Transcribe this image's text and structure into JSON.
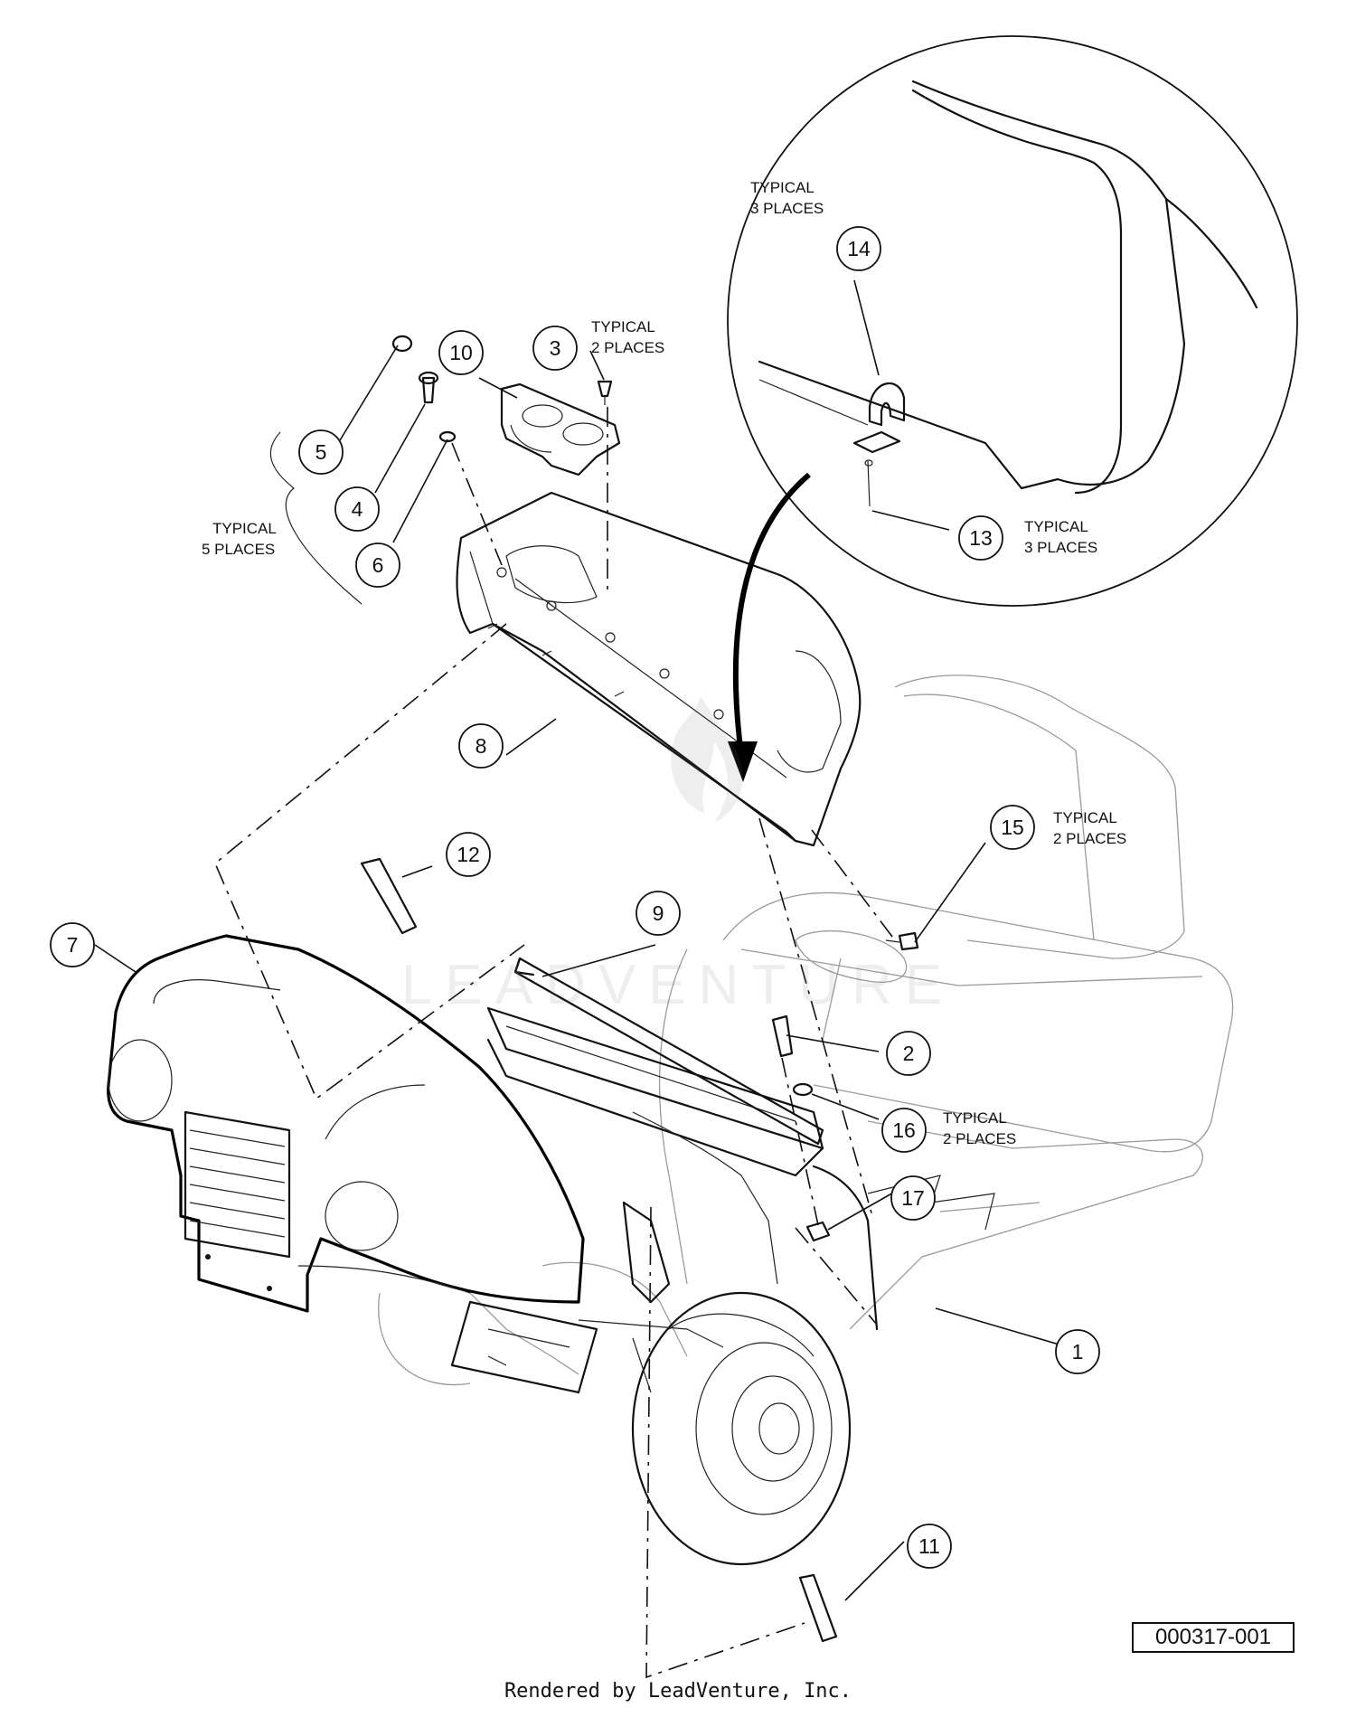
{
  "callouts": [
    {
      "num": "1"
    },
    {
      "num": "2"
    },
    {
      "num": "3"
    },
    {
      "num": "4"
    },
    {
      "num": "5"
    },
    {
      "num": "6"
    },
    {
      "num": "7"
    },
    {
      "num": "8"
    },
    {
      "num": "9"
    },
    {
      "num": "10"
    },
    {
      "num": "11"
    },
    {
      "num": "12"
    },
    {
      "num": "13"
    },
    {
      "num": "14"
    },
    {
      "num": "15"
    },
    {
      "num": "16"
    },
    {
      "num": "17"
    }
  ],
  "notes": {
    "typical_label": "TYPICAL",
    "two_places": "2 PLACES",
    "three_places": "3 PLACES",
    "five_places": "5 PLACES"
  },
  "reference_code": "000317-001",
  "render_credit": "Rendered by LeadVenture, Inc.",
  "watermark": "LEADVENTURE"
}
